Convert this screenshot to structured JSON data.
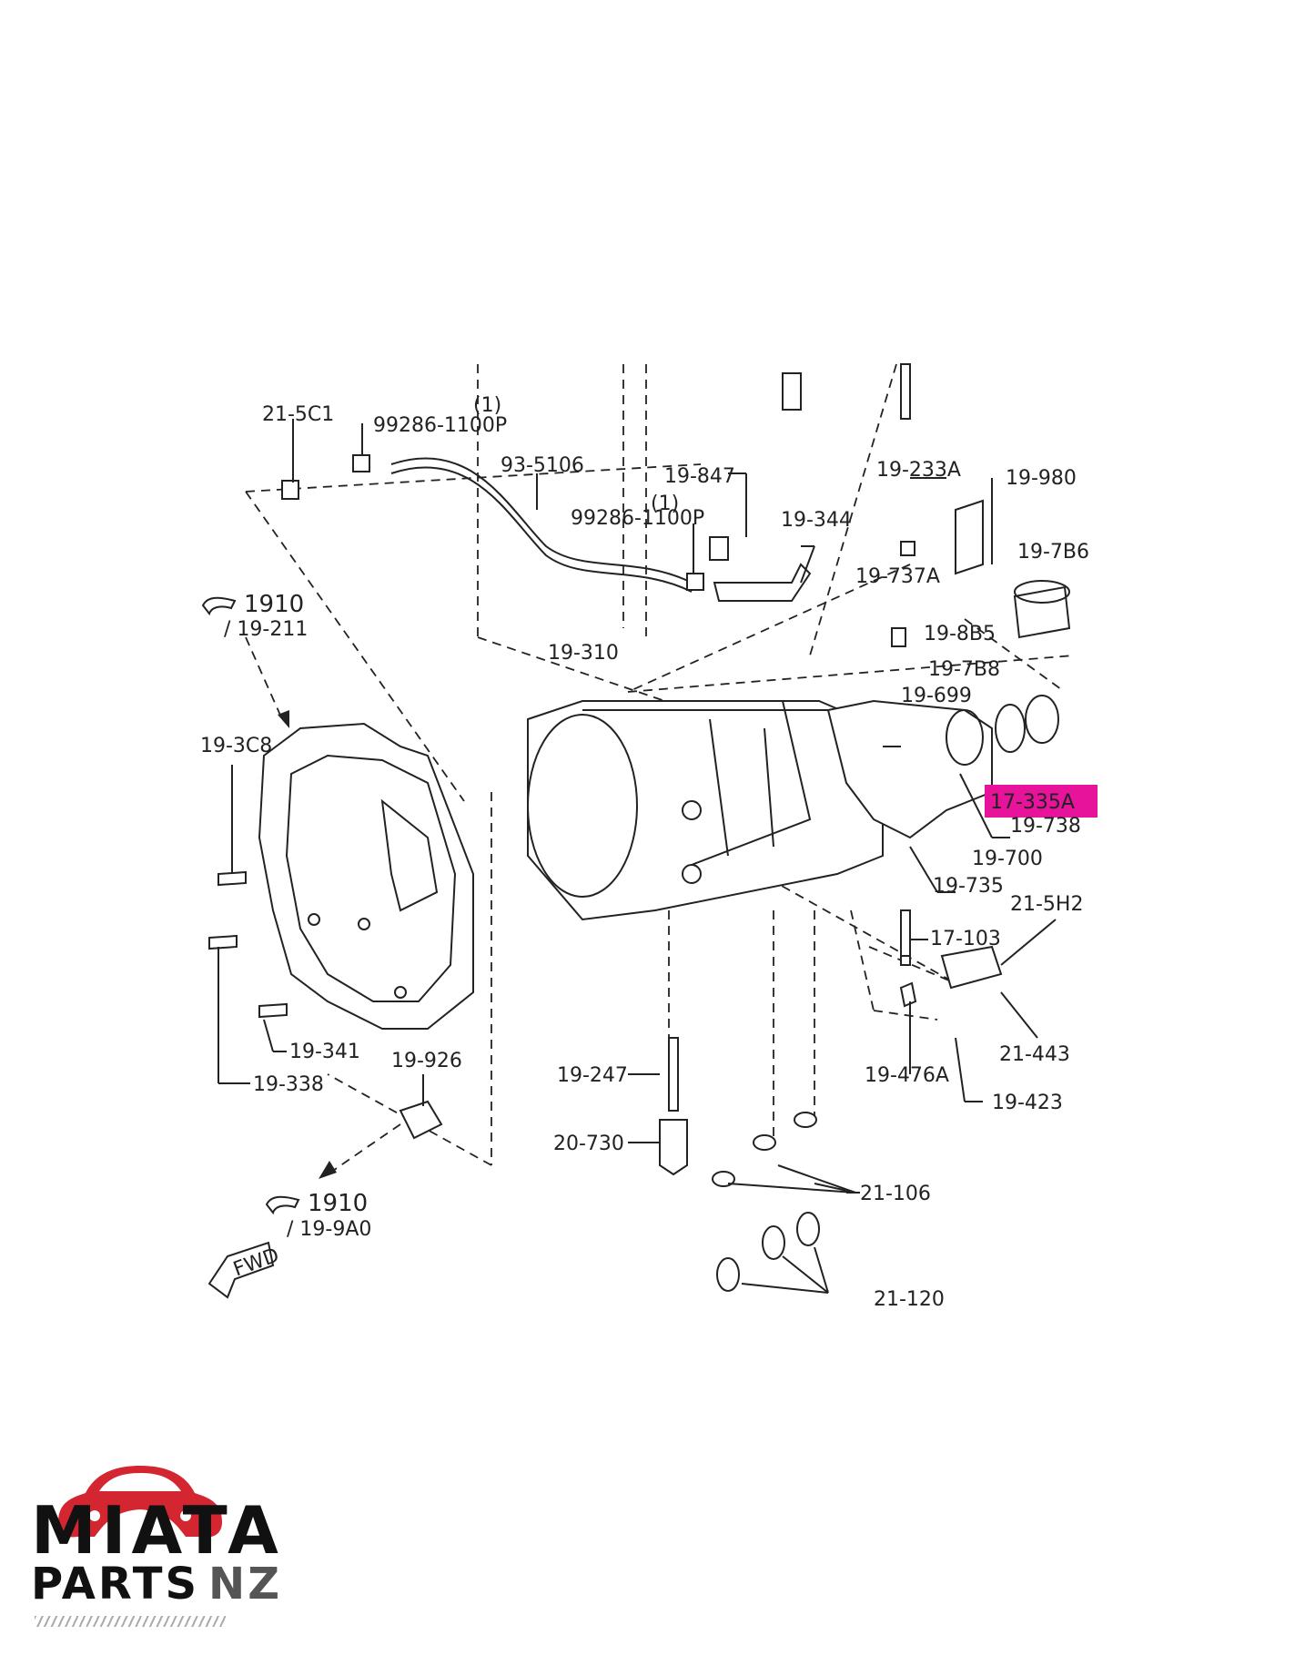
{
  "diagram": {
    "labels": {
      "l_21_5c1": "21-5C1",
      "l_99286_a": "99286-1100P",
      "l_1_a": "(1)",
      "l_93_5106": "93-5106",
      "l_99286_b": "99286-1100P",
      "l_1_b": "(1)",
      "l_19_847": "19-847",
      "l_19_344": "19-344",
      "l_19_233a": "19-233A",
      "l_19_980": "19-980",
      "l_19_7b6": "19-7B6",
      "l_19_737a": "19-737A",
      "l_1910_a": "1910",
      "l_19_211": "/ 19-211",
      "l_19_8b5": "19-8B5",
      "l_19_310": "19-310",
      "l_19_7b8": "19-7B8",
      "l_19_699": "19-699",
      "l_19_3c8": "19-3C8",
      "l_17_335a": "17-335A",
      "l_19_738": "19-738",
      "l_19_700": "19-700",
      "l_19_735": "19-735",
      "l_21_5h2": "21-5H2",
      "l_17_103": "17-103",
      "l_19_341": "19-341",
      "l_19_926": "19-926",
      "l_19_338": "19-338",
      "l_19_247": "19-247",
      "l_19_476a": "19-476A",
      "l_19_423": "19-423",
      "l_21_443": "21-443",
      "l_20_730": "20-730",
      "l_21_106": "21-106",
      "l_1910_b": "1910",
      "l_19_9a0": "/ 19-9A0",
      "l_fwd": "FWD",
      "l_21_120": "21-120"
    },
    "highlight_color": "#e8139b"
  },
  "brand": {
    "line1": "MIATA",
    "line2": "PARTS",
    "line3": "NZ",
    "logo_color": "#d32630"
  }
}
